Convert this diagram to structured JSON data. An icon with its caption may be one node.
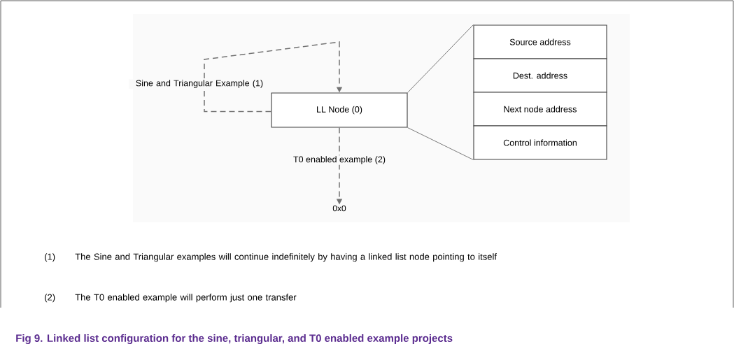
{
  "diagram": {
    "caption": "Fig 9. Linked list configuration for the sine, triangular, and T0 enabled example projects",
    "nodes": [
      {
        "text": [
          "LL Node (0)"
        ]
      },
      {
        "text": [
          "Source address"
        ]
      },
      {
        "text": [
          "Dest. address"
        ]
      },
      {
        "text": [
          "Next node address"
        ]
      },
      {
        "text": [
          "Control information"
        ]
      },
      {
        "text": [
          "0x0"
        ]
      }
    ],
    "edges": [
      {
        "from": 0,
        "to": 0,
        "arrow": "to",
        "style": "dashed",
        "label": "Sine and Triangular Example (1)"
      },
      {
        "from": 0,
        "to": 5,
        "arrow": "to",
        "style": "dashed",
        "label": "T0 enabled example (2)"
      },
      {
        "from": 0,
        "to": 1,
        "arrow": "none"
      },
      {
        "from": 0,
        "to": 4,
        "arrow": "none"
      }
    ],
    "labels": [
      "(1)",
      "The Sine and Triangular examples will continue indefinitely by having a linked list node pointing to itself",
      "(2)",
      "The T0 enabled example will perform just one transfer"
    ]
  }
}
